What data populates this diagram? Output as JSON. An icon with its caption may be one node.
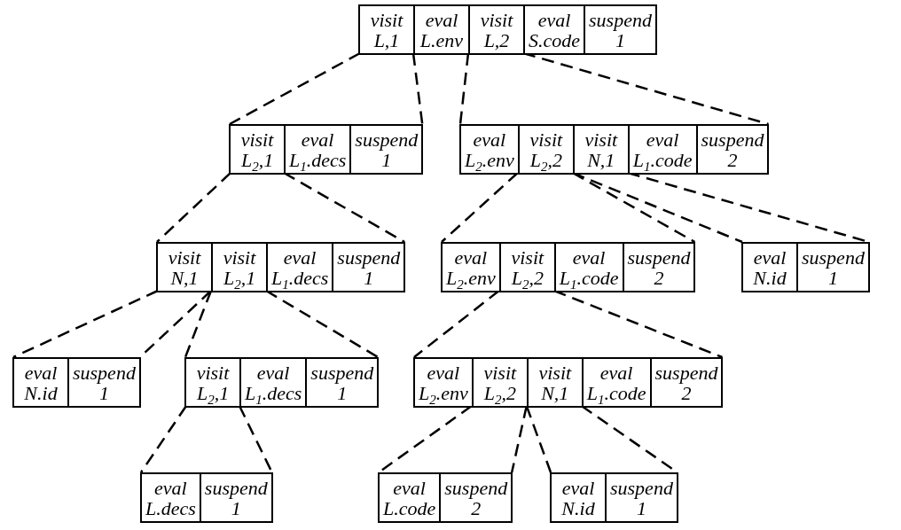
{
  "diagram": {
    "nodes": [
      {
        "text": [],
        "shape": "box"
      },
      {
        "text": [
          "visit",
          "L,1"
        ],
        "in": 0
      },
      {
        "text": [
          "eval",
          "L.env"
        ],
        "in": 0
      },
      {
        "text": [
          "visit",
          "L,2"
        ],
        "in": 0
      },
      {
        "text": [
          "eval",
          "S.code"
        ],
        "in": 0
      },
      {
        "text": [
          "suspend",
          "1"
        ],
        "in": 0
      },
      {
        "text": [],
        "shape": "box"
      },
      {
        "text": [
          "visit",
          "L$_{2}$,1"
        ],
        "in": 6
      },
      {
        "text": [
          "eval",
          "L$_{1}$.decs"
        ],
        "in": 6
      },
      {
        "text": [
          "suspend",
          "1"
        ],
        "in": 6
      },
      {
        "text": [],
        "shape": "box"
      },
      {
        "text": [
          "eval",
          "L$_{2}$.env"
        ],
        "in": 10
      },
      {
        "text": [
          "visit",
          "L$_{2}$,2"
        ],
        "in": 10
      },
      {
        "text": [
          "visit",
          "N,1"
        ],
        "in": 10
      },
      {
        "text": [
          "eval",
          "L$_{1}$.code"
        ],
        "in": 10
      },
      {
        "text": [
          "suspend",
          "2"
        ],
        "in": 10
      },
      {
        "text": [],
        "shape": "box"
      },
      {
        "text": [
          "visit",
          "N,1"
        ],
        "in": 16
      },
      {
        "text": [
          "visit",
          "L$_{2}$,1"
        ],
        "in": 16
      },
      {
        "text": [
          "eval",
          "L$_{1}$.decs"
        ],
        "in": 16
      },
      {
        "text": [
          "suspend",
          "1"
        ],
        "in": 16
      },
      {
        "text": [],
        "shape": "box"
      },
      {
        "text": [
          "eval",
          "L$_{2}$.env"
        ],
        "in": 21
      },
      {
        "text": [
          "visit",
          "L$_{2}$,2"
        ],
        "in": 21
      },
      {
        "text": [
          "eval",
          "L$_{1}$.code"
        ],
        "in": 21
      },
      {
        "text": [
          "suspend",
          "2"
        ],
        "in": 21
      },
      {
        "text": [],
        "shape": "box"
      },
      {
        "text": [
          "eval",
          "N.id"
        ],
        "in": 26
      },
      {
        "text": [
          "suspend",
          "1"
        ],
        "in": 26
      },
      {
        "text": [],
        "shape": "box"
      },
      {
        "text": [
          "eval",
          "N.id"
        ],
        "in": 29
      },
      {
        "text": [
          "suspend",
          "1"
        ],
        "in": 29
      },
      {
        "text": [],
        "shape": "box"
      },
      {
        "text": [
          "visit",
          "L$_{2}$,1"
        ],
        "in": 32
      },
      {
        "text": [
          "eval",
          "L$_{1}$.decs"
        ],
        "in": 32
      },
      {
        "text": [
          "suspend",
          "1"
        ],
        "in": 32
      },
      {
        "text": [],
        "shape": "box"
      },
      {
        "text": [
          "eval",
          "L$_{2}$.env"
        ],
        "in": 36
      },
      {
        "text": [
          "visit",
          "L$_{2}$,2"
        ],
        "in": 36
      },
      {
        "text": [
          "visit",
          "N,1"
        ],
        "in": 36
      },
      {
        "text": [
          "eval",
          "L$_{1}$.code"
        ],
        "in": 36
      },
      {
        "text": [
          "suspend",
          "2"
        ],
        "in": 36
      },
      {
        "text": [],
        "shape": "box"
      },
      {
        "text": [
          "eval",
          "L.decs"
        ],
        "in": 42
      },
      {
        "text": [
          "suspend",
          "1"
        ],
        "in": 42
      },
      {
        "text": [],
        "shape": "box"
      },
      {
        "text": [
          "eval",
          "L.code"
        ],
        "in": 45
      },
      {
        "text": [
          "suspend",
          "2"
        ],
        "in": 45
      },
      {
        "text": [],
        "shape": "box"
      },
      {
        "text": [
          "eval",
          "N.id"
        ],
        "in": 48
      },
      {
        "text": [
          "suspend",
          "1"
        ],
        "in": 48
      }
    ],
    "edges": [
      {
        "from": 1,
        "to": 6,
        "arrow": "none",
        "style": "dashed"
      },
      {
        "from": 1,
        "to": 6,
        "arrow": "none",
        "style": "dashed"
      },
      {
        "from": 3,
        "to": 10,
        "arrow": "none",
        "style": "dashed"
      },
      {
        "from": 3,
        "to": 10,
        "arrow": "none",
        "style": "dashed"
      },
      {
        "from": 7,
        "to": 16,
        "arrow": "none",
        "style": "dashed"
      },
      {
        "from": 7,
        "to": 16,
        "arrow": "none",
        "style": "dashed"
      },
      {
        "from": 12,
        "to": 21,
        "arrow": "none",
        "style": "dashed"
      },
      {
        "from": 12,
        "to": 21,
        "arrow": "none",
        "style": "dashed"
      },
      {
        "from": 13,
        "to": 26,
        "arrow": "none",
        "style": "dashed"
      },
      {
        "from": 13,
        "to": 26,
        "arrow": "none",
        "style": "dashed"
      },
      {
        "from": 17,
        "to": 29,
        "arrow": "none",
        "style": "dashed"
      },
      {
        "from": 17,
        "to": 29,
        "arrow": "none",
        "style": "dashed"
      },
      {
        "from": 18,
        "to": 32,
        "arrow": "none",
        "style": "dashed"
      },
      {
        "from": 18,
        "to": 32,
        "arrow": "none",
        "style": "dashed"
      },
      {
        "from": 23,
        "to": 36,
        "arrow": "none",
        "style": "dashed"
      },
      {
        "from": 23,
        "to": 36,
        "arrow": "none",
        "style": "dashed"
      },
      {
        "from": 33,
        "to": 42,
        "arrow": "none",
        "style": "dashed"
      },
      {
        "from": 33,
        "to": 42,
        "arrow": "none",
        "style": "dashed"
      },
      {
        "from": 38,
        "to": 45,
        "arrow": "none",
        "style": "dashed"
      },
      {
        "from": 38,
        "to": 45,
        "arrow": "none",
        "style": "dashed"
      },
      {
        "from": 39,
        "to": 48,
        "arrow": "none",
        "style": "dashed"
      },
      {
        "from": 39,
        "to": 48,
        "arrow": "none",
        "style": "dashed"
      }
    ]
  }
}
